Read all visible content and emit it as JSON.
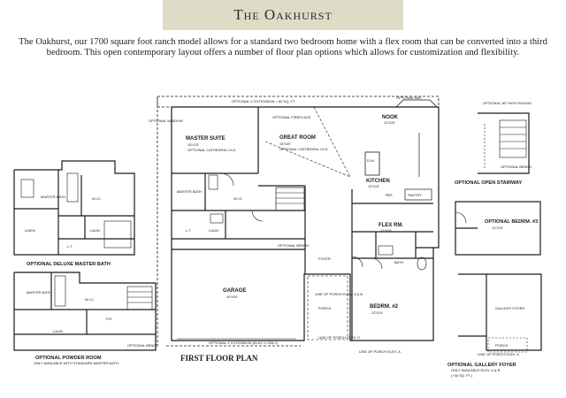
{
  "header": {
    "title": "The Oakhurst",
    "intro": "The Oakhurst, our 1700 square foot ranch model allows for a standard two bedroom home with a flex room that can be converted into a third bedroom. This open contemporary layout offers a number of floor plan options which allows for customization and flexibility."
  },
  "main_plan": {
    "caption": "FIRST FLOOR PLAN",
    "top_extension": "OPTIONAL 2' EXTENSION = 80 SQ. FT.",
    "bay": "OPTIONAL BAY",
    "bottom_extension": "OPTIONAL 2' EXTENSION (ELEV C ONLY)",
    "rooms": {
      "master_suite": "MASTER SUITE",
      "master_suite_size": "15'X13'",
      "master_suite_note": "OPTIONAL CATHEDRAL CLG.",
      "great_room": "GREAT ROOM",
      "great_room_size": "14'X20'",
      "great_room_note": "OPTIONAL CATHEDRAL CLG.",
      "nook": "NOOK",
      "nook_size": "12'X10'",
      "kitchen": "KITCHEN",
      "kitchen_size": "12'X13'",
      "flex": "FLEX RM.",
      "flex_size": "12'X10'",
      "garage": "GARAGE",
      "garage_size": "19'X20'",
      "bedroom2": "BEDRM. #2",
      "bedroom2_size": "12'X14'",
      "foyer": "FOYER",
      "porch": "PORCH",
      "master_bath": "MASTER BATH",
      "wic": "W.I.C.",
      "laun": "LAUN.",
      "lt": "L.T.",
      "bath": "BATH",
      "pantry": "PANTRY",
      "dw": "D.W.",
      "ref": "REF.",
      "optional_bench": "OPTIONAL BENCH",
      "optional_fireplace": "OPTIONAL FIREPLACE",
      "optional_window": "OPTIONAL WINDOW",
      "line_of_porch_ab": "LINE OF PORCH ELEV. A & B",
      "line_of_porch_c": "LINE OF PORCH ELEV. C",
      "line_of_porch_a": "LINE OF PORCH ELEV. A"
    }
  },
  "insets": {
    "deluxe_bath": {
      "caption": "OPTIONAL DELUXE MASTER BATH",
      "master_bath": "MASTER BATH",
      "wic": "W.I.C.",
      "laun": "LAUN.",
      "linen": "LINEN",
      "lt": "L.T."
    },
    "powder_room": {
      "caption": "OPTIONAL POWDER ROOM",
      "subcaption": "ONLY AVAILABLE WITH STANDARD MASTER BATH",
      "master_bath": "MASTER BATH",
      "wic": "W.I.C.",
      "laun": "LAUN.",
      "pr": "P.R.",
      "bench": "OPTIONAL BENCH"
    },
    "open_stairway": {
      "caption": "OPTIONAL OPEN STAIRWAY",
      "note": "OPTIONAL 36\" HIGH RAILING",
      "bench": "OPTIONAL BENCH"
    },
    "bedroom3": {
      "caption": "OPTIONAL BEDRM. #3",
      "size": "12'X10'"
    },
    "gallery_foyer": {
      "caption": "OPTIONAL GALLERY FOYER",
      "subcaption": "ONLY AVAILABLE ELEV. A & B",
      "area": "(+30 SQ. FT.)",
      "room": "GALLERY FOYER",
      "porch": "PORCH",
      "line_of_porch": "LINE OF PORCH ELEV. A"
    }
  }
}
